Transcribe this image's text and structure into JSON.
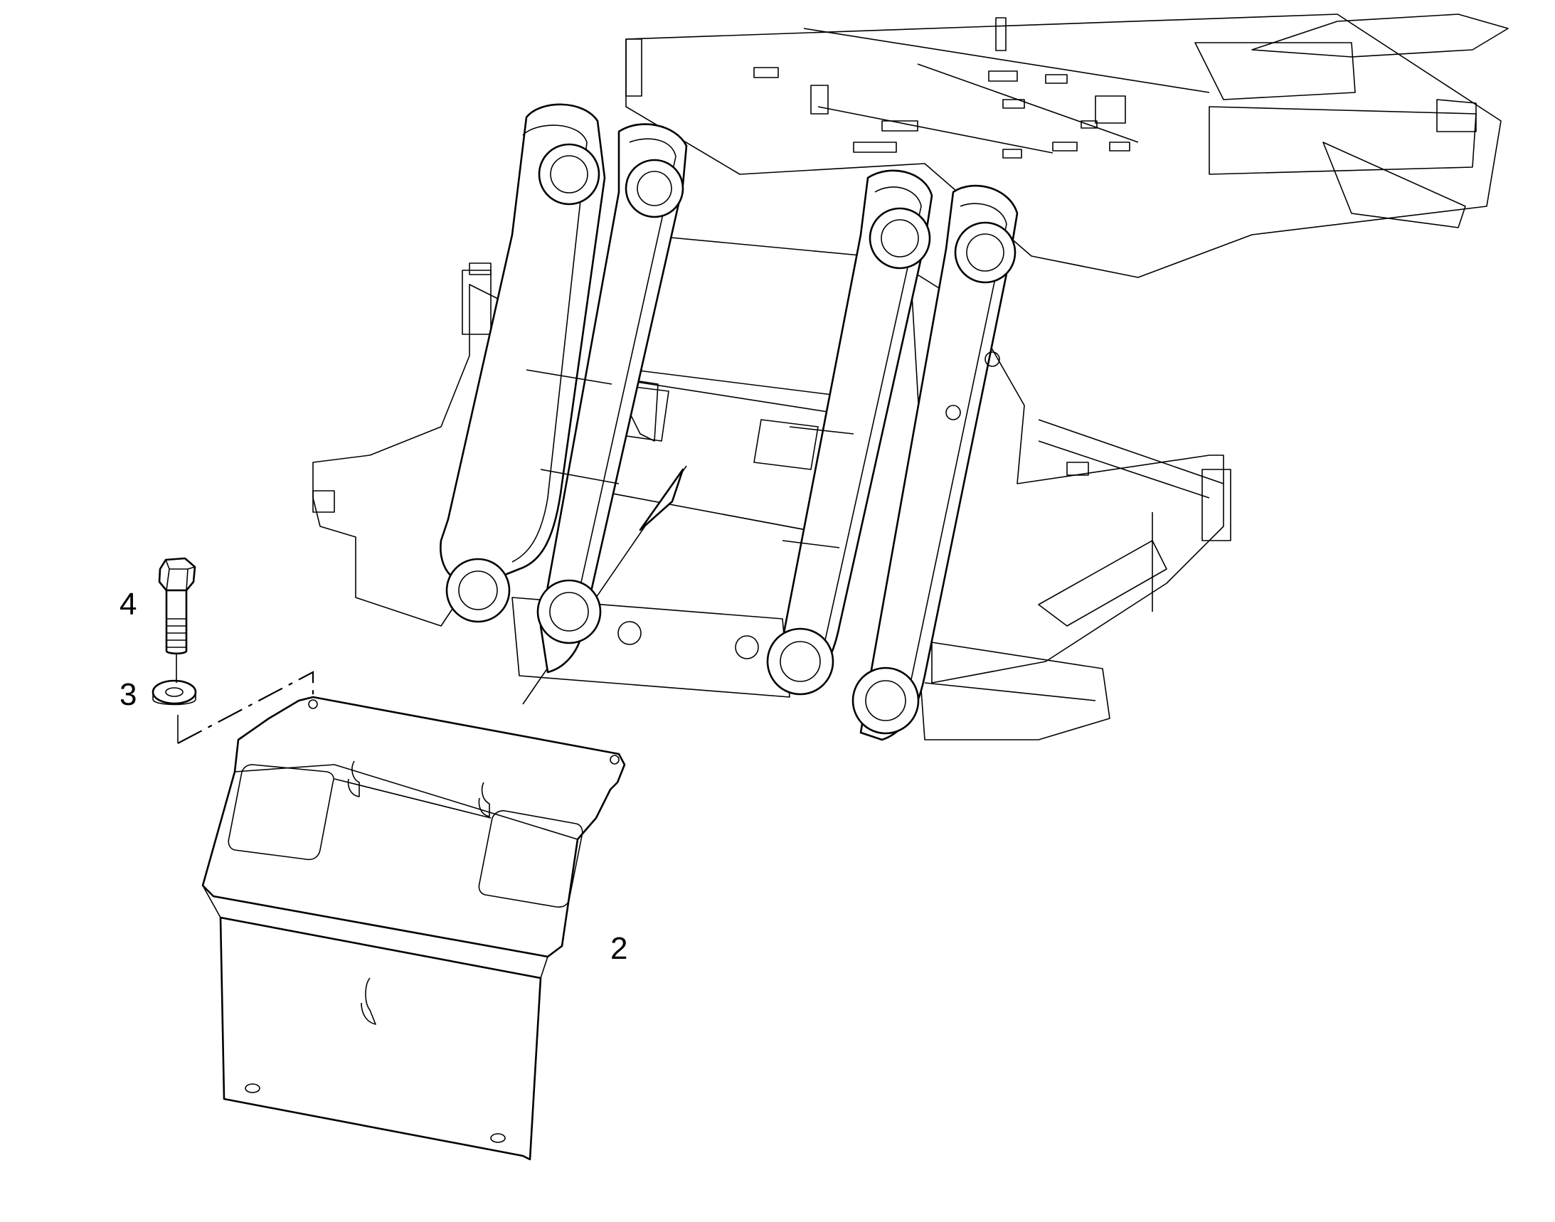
{
  "callouts": [
    {
      "id": "2",
      "label": "2"
    },
    {
      "id": "3",
      "label": "3"
    },
    {
      "id": "4",
      "label": "4"
    }
  ],
  "colors": {
    "line": "#000000",
    "background": "#ffffff"
  }
}
